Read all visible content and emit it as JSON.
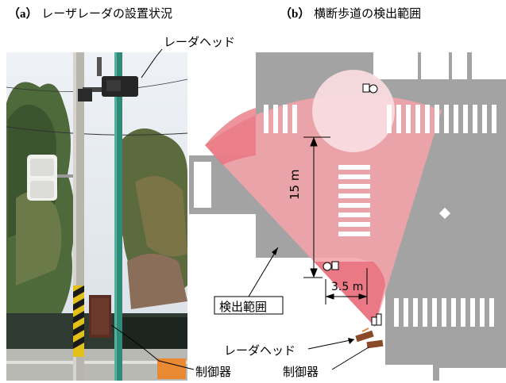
{
  "panel_a": {
    "label": "（a）",
    "title": "レーザレーダの設置状況",
    "radar_head_label": "レーダヘッド",
    "controller_label": "制御器"
  },
  "panel_b": {
    "label": "（b）",
    "title": "横断歩道の検出範囲",
    "detection_range_label": "検出範囲",
    "distance_15": "15 m",
    "distance_3_5": "3.5 m",
    "radar_head_label": "レーダヘッド",
    "controller_label": "制御器"
  },
  "colors": {
    "road": "#a3a3a3",
    "detection_zone": "#f4a3a8",
    "detection_dark": "#e8707c",
    "detection_light": "#f8dadd",
    "crosswalk": "#ffffff"
  }
}
